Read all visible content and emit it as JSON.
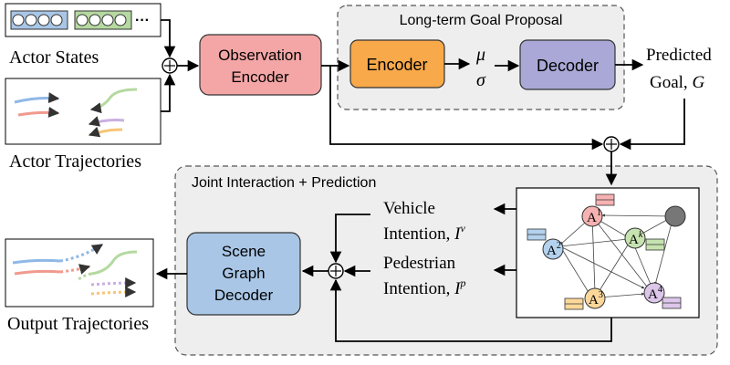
{
  "inputs": {
    "actor_states_label": "Actor States",
    "actor_trajectories_label": "Actor Trajectories",
    "state_ellipsis": "···"
  },
  "observation_encoder": {
    "line1": "Observation",
    "line2": "Encoder"
  },
  "goal_proposal": {
    "title": "Long-term Goal Proposal",
    "encoder_label": "Encoder",
    "decoder_label": "Decoder",
    "mu": "μ",
    "sigma": "σ",
    "predicted_line1": "Predicted",
    "predicted_line2": "Goal,",
    "goal_symbol": "G"
  },
  "joint_interaction": {
    "title": "Joint Interaction + Prediction",
    "vehicle_line1": "Vehicle",
    "vehicle_line2": "Intention,",
    "vehicle_symbol": "I",
    "vehicle_sup": "v",
    "pedestrian_line1": "Pedestrian",
    "pedestrian_line2": "Intention,",
    "pedestrian_symbol": "I",
    "pedestrian_sup": "p",
    "scene_decoder_line1": "Scene",
    "scene_decoder_line2": "Graph",
    "scene_decoder_line3": "Decoder"
  },
  "graph_nodes": {
    "a1": {
      "base": "A",
      "sup": "1"
    },
    "a2": {
      "base": "A",
      "sup": "2"
    },
    "a3": {
      "base": "A",
      "sup": "3"
    },
    "a4": {
      "base": "A",
      "sup": "4"
    },
    "ak": {
      "base": "A",
      "sup": "k"
    }
  },
  "output": {
    "label": "Output Trajectories"
  },
  "plus_symbol": "⊕",
  "colors": {
    "observation_encoder": "#f4a6a6",
    "encoder": "#f8a94a",
    "decoder": "#a9a8d6",
    "scene_decoder": "#a9c6e6",
    "panel_fill": "#eeeeee",
    "node_a1": "#f6b2b2",
    "node_a2": "#b4d2ee",
    "node_a3": "#fcd79a",
    "node_a4": "#dcc6ea",
    "node_ak": "#c6e3b0",
    "node_dark": "#777777"
  }
}
